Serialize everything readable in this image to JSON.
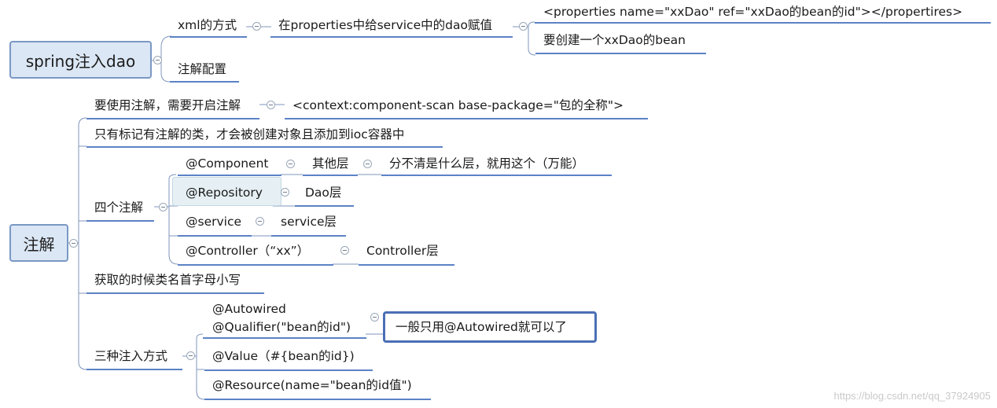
{
  "roots": {
    "spring": "spring注入dao",
    "annotation": "注解"
  },
  "spring_branch": {
    "xml": "xml的方式",
    "prop_give": "在properties中给service中的dao赋值",
    "prop_tag": "<properties name=\"xxDao\" ref=\"xxDao的bean的id\"></propertires>",
    "create_bean": "要创建一个xxDao的bean",
    "annotation_config": "注解配置"
  },
  "annotation_branch": {
    "enable": "要使用注解，需要开启注解",
    "scan": "<context:component-scan base-package=\"包的全称\">",
    "marked_only": "只有标记有注解的类，才会被创建对象且添加到ioc容器中",
    "four": "四个注解",
    "component": "@Component",
    "other_layer": "其他层",
    "universal": "分不清是什么层，就用这个（万能）",
    "repository": "@Repository",
    "dao_layer": "Dao层",
    "service": "@service",
    "service_layer": "service层",
    "controller": "@Controller（“xx”）",
    "controller_layer": "Controller层",
    "lowercase": "获取的时候类名首字母小写",
    "three": "三种注入方式",
    "autowired": "@Autowired",
    "qualifier": "@Qualifier(\"bean的id\")",
    "general": "一般只用@Autowired就可以了",
    "value": "@Value（#{bean的id})",
    "resource": "@Resource(name=\"bean的id值\")"
  },
  "watermark": "https://blog.csdn.net/qq_37924905",
  "colors": {
    "line": "#7f96bd",
    "underline": "#5b82c6",
    "root_fill": "#dbe7f5",
    "root_border": "#7a98c4",
    "highlight_fill": "#e6f0f4",
    "box_border": "#4a6fb5"
  }
}
